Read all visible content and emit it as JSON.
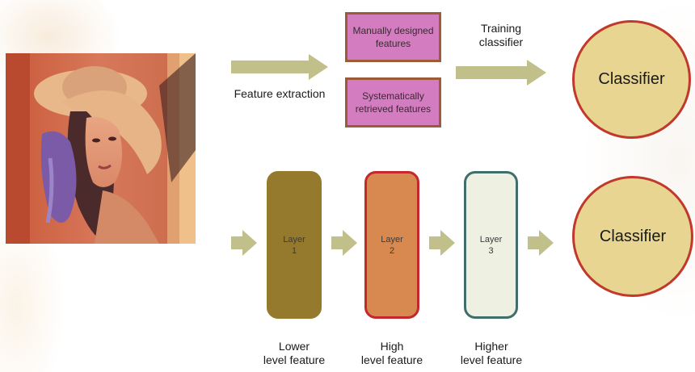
{
  "top_row": {
    "extraction_label": "Feature extraction",
    "feature_boxes": [
      {
        "label": "Manually designed features"
      },
      {
        "label": "Systematically retrieved features"
      }
    ],
    "training_label": "Training classifier",
    "classifier_label": "Classifier"
  },
  "bottom_row": {
    "layers": [
      {
        "label": "Layer\n1",
        "level_label": "Lower\nlevel feature",
        "fill": "#957a2e",
        "border": "#957a2e"
      },
      {
        "label": "Layer\n2",
        "level_label": "High\nlevel feature",
        "fill": "#d8894f",
        "border": "#c3282e"
      },
      {
        "label": "Layer\n3",
        "level_label": "Higher\nlevel feature",
        "fill": "#eef0e2",
        "border": "#3f6e6b"
      }
    ],
    "classifier_label": "Classifier"
  },
  "colors": {
    "arrow": "#c2c08a",
    "feature_box_fill": "#d37cc0",
    "feature_box_border": "#9b5a3a",
    "classifier_fill": "#e8d592",
    "classifier_border": "#c0392b"
  }
}
